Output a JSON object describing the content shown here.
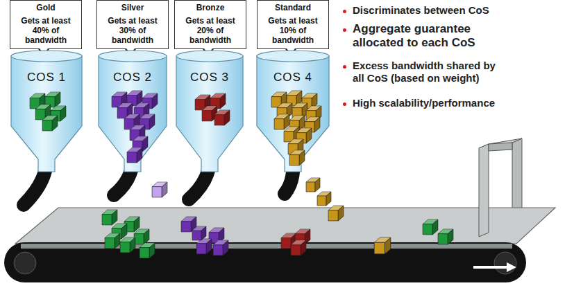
{
  "diagram": {
    "nodes": [
      {
        "text": [
          "Gold",
          "Gets at least 40% of bandwidth"
        ]
      },
      {
        "text": [
          "Silver",
          "Gets at least 30% of bandwidth"
        ]
      },
      {
        "text": [
          "Bronze",
          "Gets at least 20% of bandwidth"
        ]
      },
      {
        "text": [
          "Standard",
          "Gets at least 10% of bandwidth"
        ]
      },
      {
        "text": [
          "COS 1"
        ]
      },
      {
        "text": [
          "COS 2"
        ]
      },
      {
        "text": [
          "COS 3"
        ]
      },
      {
        "text": [
          "COS 4"
        ]
      }
    ],
    "labels": [
      "Discriminates between CoS",
      "Aggregate guarantee allocated to each CoS",
      "Excess bandwidth shared by all CoS (based on weight)",
      "High scalability/performance"
    ]
  }
}
